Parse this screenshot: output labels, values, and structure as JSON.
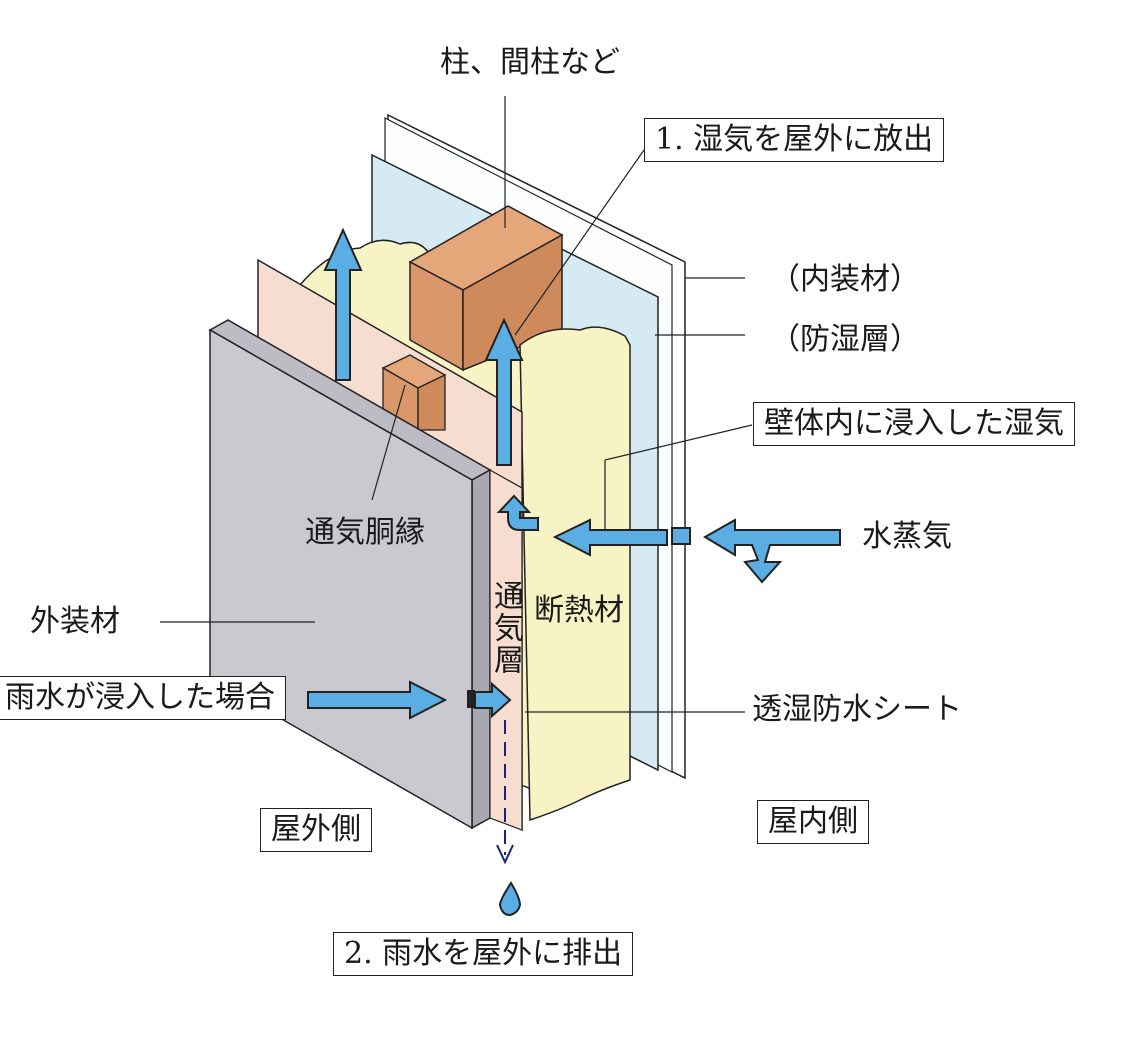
{
  "title": "通気構法 壁体断面図",
  "labels": {
    "pillar": "柱、間柱など",
    "interior_finish": "（内装材）",
    "vapor_barrier": "（防湿層）",
    "moisture_in_wall": "壁体内に浸入した湿気",
    "water_vapor": "水蒸気",
    "furring_strip": "通気胴縁",
    "exterior_finish": "外装材",
    "air_layer": "通気層",
    "insulation": "断熱材",
    "breathable_sheet": "透湿防水シート",
    "outdoor_side": "屋外側",
    "indoor_side": "屋内側"
  },
  "callouts": {
    "release_moisture": "1. 湿気を屋外に放出",
    "rain_intrusion": "雨水が浸入した場合",
    "drain_rain": "2. 雨水を屋外に排出"
  },
  "colors": {
    "arrow": "#5aaee3",
    "exterior": "#cbc9d0",
    "sheet": "#f6ddd0",
    "insulation": "#f7f3c4",
    "vapor_barrier": "#d5eaf2",
    "wood": "#d9976a",
    "water_drop": "#5aaee3",
    "drain_line": "#1a237e"
  },
  "icons": {
    "flow_arrow": "arrow-icon",
    "drop": "water-drop-icon"
  }
}
